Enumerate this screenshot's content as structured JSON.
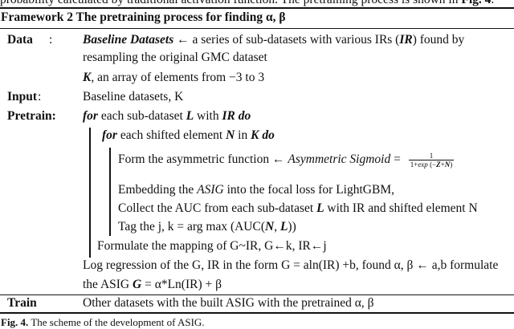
{
  "header_fragment": {
    "pre": "probability calculated by traditional activation function. The pretraining process is shown in",
    "fig": "Fig. 4",
    "post": "."
  },
  "framework_title": "Framework 2 The pretraining process for finding α, β",
  "data": {
    "label": "Data",
    "colon": ":",
    "line1_ital": "Baseline Datasets",
    "line1_rest": " ← a series of sub-datasets with various IRs (",
    "line1_ir": "IR",
    "line1_end": ") found by",
    "line2": "resampling the original GMC dataset",
    "line3_k": "K",
    "line3_rest": ", an array of elements from −3 to 3"
  },
  "input": {
    "label": "Input",
    "colon": ":",
    "text": "Baseline datasets, K"
  },
  "pretrain": {
    "label": "Pretrain:",
    "loop1": {
      "for": "for",
      "mid": " each sub-dataset ",
      "var": "L",
      "with": " with ",
      "ir": "IR",
      "do": " do"
    },
    "loop2": {
      "for": "for",
      "mid": " each shifted element ",
      "var": "N",
      "in": " in ",
      "k": "K",
      "do": " do"
    },
    "asym": {
      "pre": "Form the asymmetric function ← ",
      "name": "Asymmetric Sigmoid",
      "eq": " = ",
      "numerator": "1",
      "denominator_a": "1+",
      "denominator_exp": "exp",
      "denominator_b": " (−",
      "denominator_z": "Z",
      "denominator_c": "+",
      "denominator_n": "N",
      "denominator_d": ")"
    },
    "embed": {
      "pre": "Embedding the ",
      "asig": "ASIG",
      "post": " into the focal loss for LightGBM,"
    },
    "collect": {
      "pre": "Collect the AUC from each sub-dataset ",
      "l": "L",
      "post": " with IR and shifted element N"
    },
    "tag": {
      "pre": "Tag the j, k = arg max (AUC(",
      "n": "N",
      "comma": ", ",
      "l": "L",
      "post": "))"
    },
    "formulate": "Formulate the mapping of G~IR, G←k, IR←j",
    "logreg": "Log regression of the G, IR in the form G = aln(IR) +b, found α, β ← a,b formulate",
    "asig_line": {
      "pre": "the ASIG ",
      "g": "G",
      "post": " = α*Ln(IR) + β"
    }
  },
  "train": {
    "label": "Train",
    "text": "Other datasets with the built ASIG with the pretrained α, β"
  },
  "caption": {
    "fig": "Fig. 4.",
    "text": " The scheme of the development of ASIG."
  }
}
